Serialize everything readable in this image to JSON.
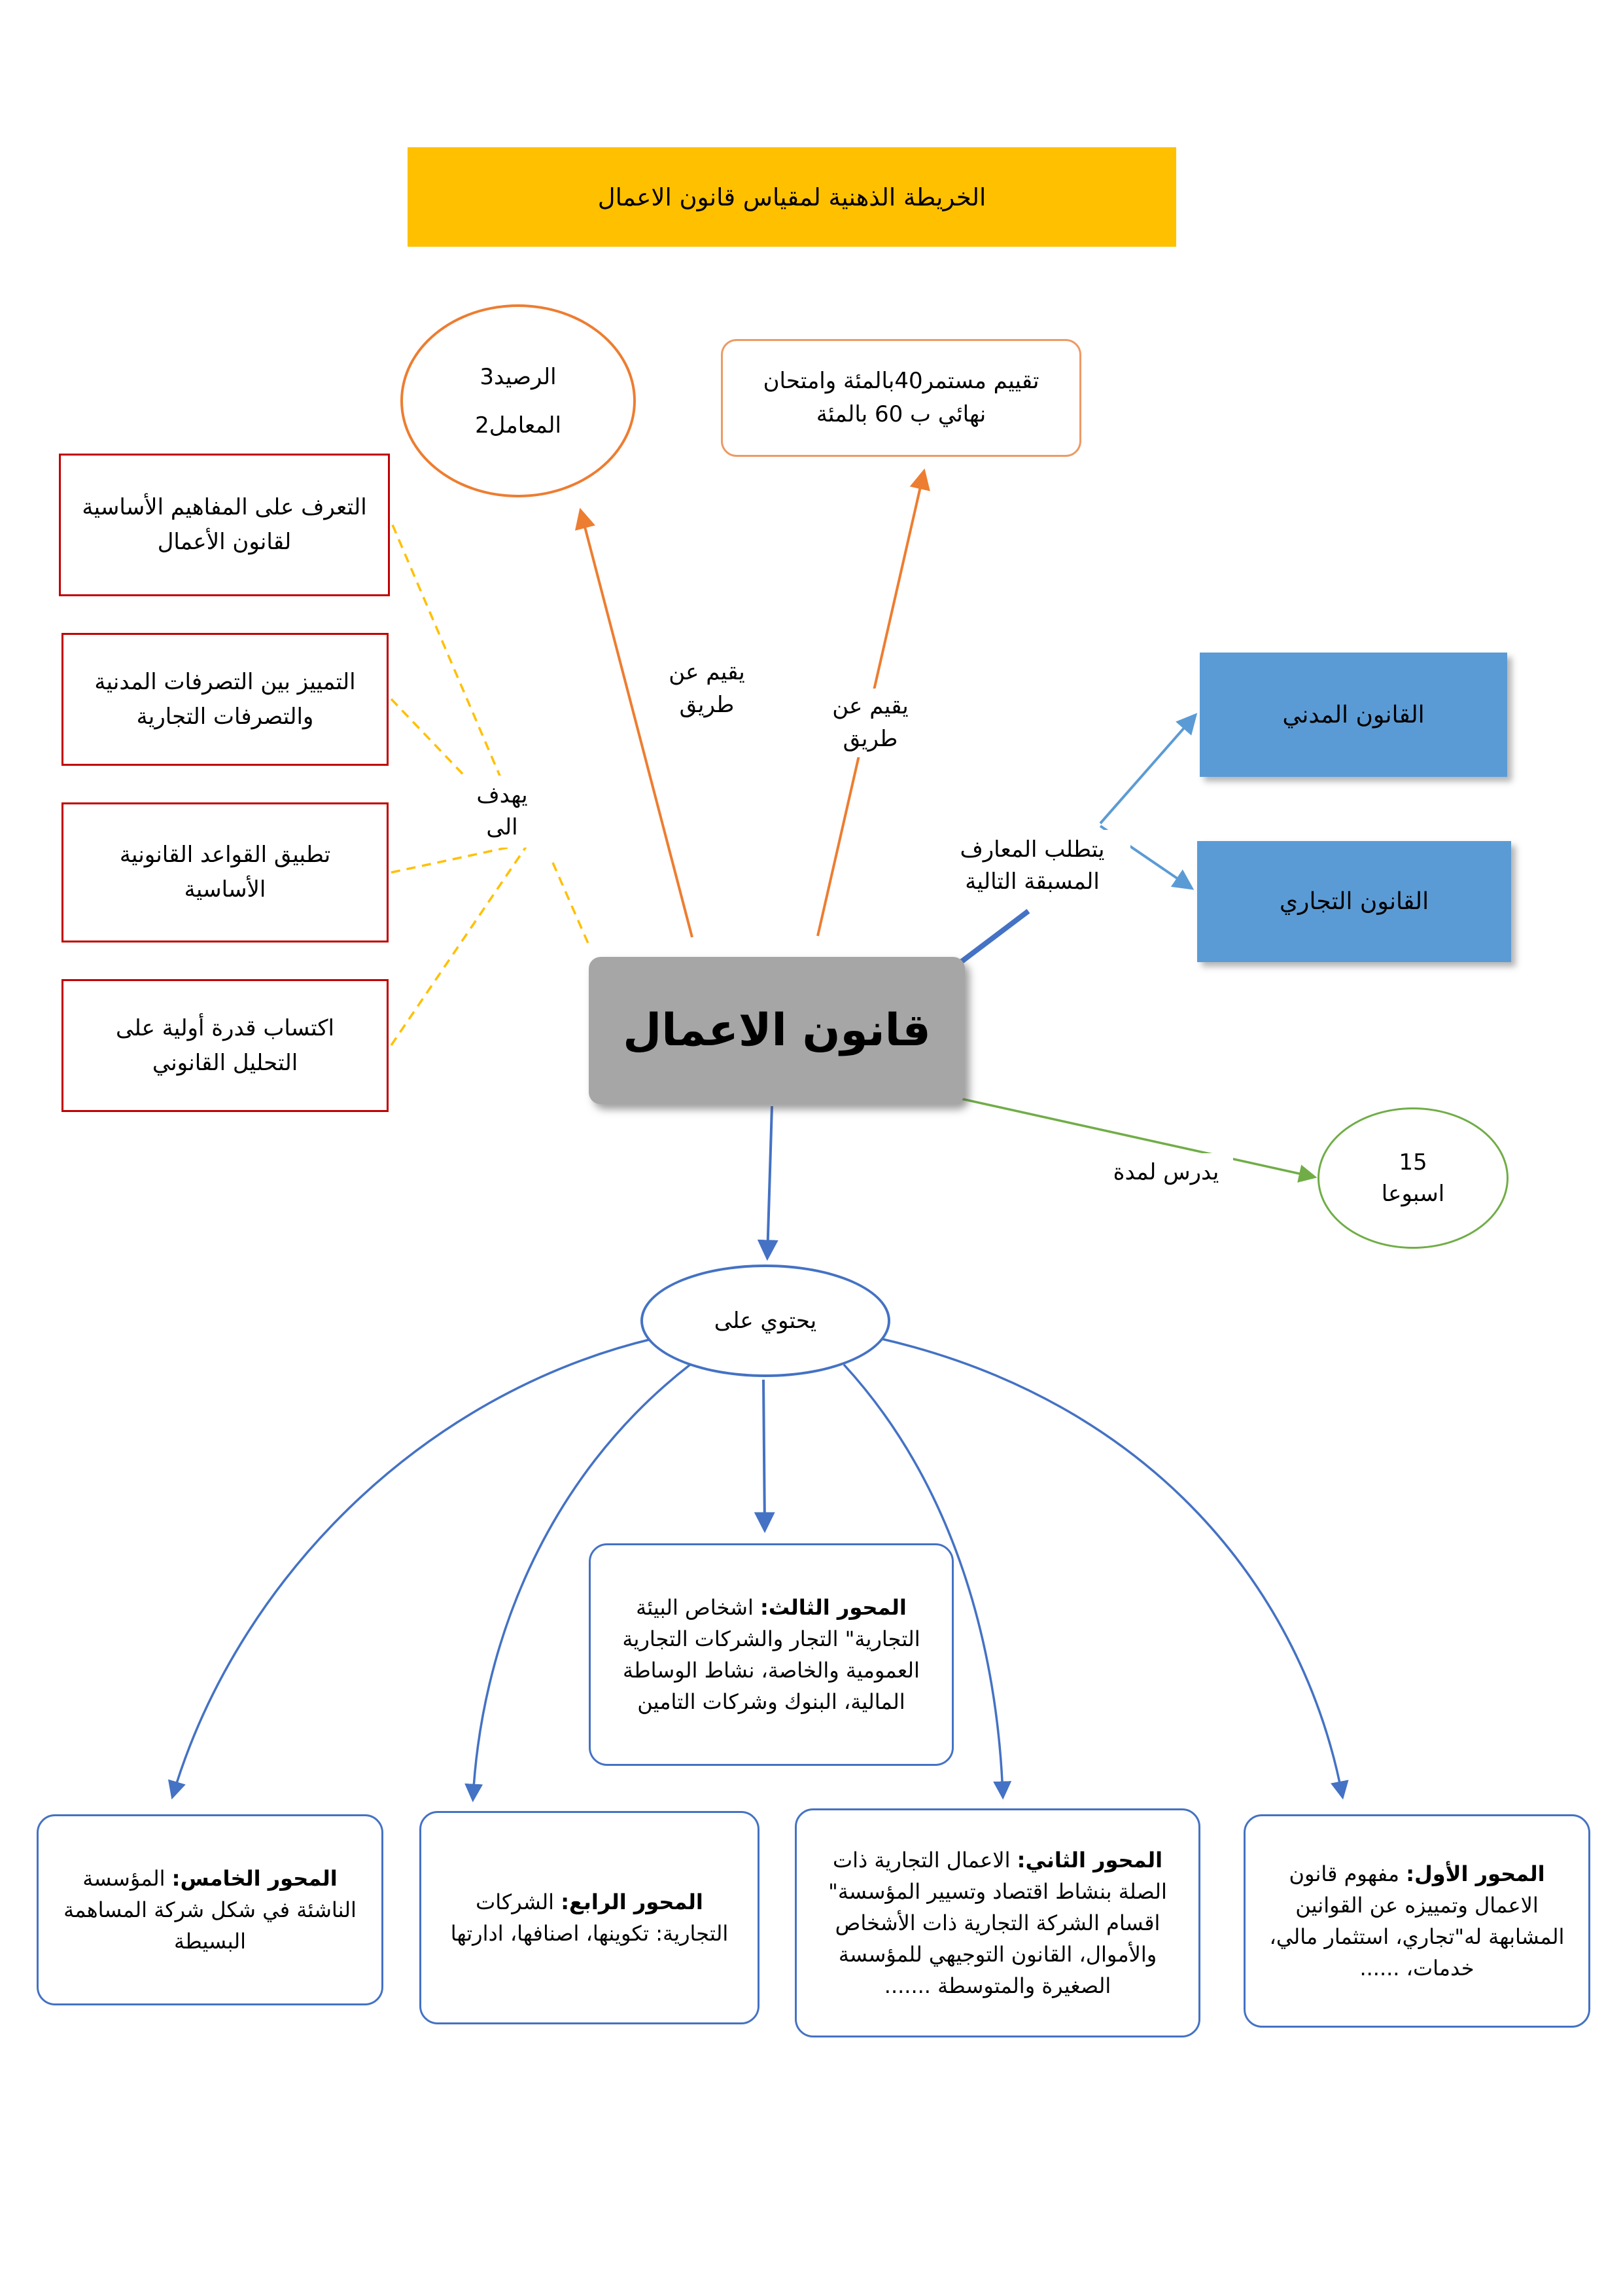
{
  "banner": {
    "title": "الخريطة الذهنية لمقياس قانون الاعمال"
  },
  "center_node": {
    "label": "قانون الاعمال"
  },
  "credit_node": {
    "line1": "الرصيد3",
    "line2": "المعامل2"
  },
  "assessment_node": {
    "text": "تقييم مستمر40بالمئة وامتحان نهائي ب 60 بالمئة"
  },
  "connector_labels": {
    "aims_to": "يهدف الى",
    "evaluated_by_left": "يقيم عن طريق",
    "evaluated_by_right": "يقيم عن طريق",
    "requires_prior_knowledge": "يتطلب المعارف المسبقة التالية",
    "studied_for": "يدرس لمدة",
    "contains": "يحتوي على"
  },
  "objectives": [
    {
      "text": "التعرف على المفاهيم الأساسية لقانون الأعمال"
    },
    {
      "text": "التمييز بين التصرفات المدنية والتصرفات التجارية"
    },
    {
      "text": "تطبيق القواعد القانونية الأساسية"
    },
    {
      "text": "اكتساب قدرة أولية على التحليل القانوني"
    }
  ],
  "prerequisites": [
    {
      "text": "القانون المدني"
    },
    {
      "text": "القانون التجاري"
    }
  ],
  "duration_node": {
    "value": "15",
    "unit": "اسبوعا"
  },
  "axes": {
    "axis3": {
      "title": "المحور الثالث:",
      "body": " اشخاص البيئة التجارية\" التجار والشركات التجارية العمومية والخاصة، نشاط الوساطة المالية، البنوك وشركات التامين"
    },
    "axis5": {
      "title": "المحور الخامس:",
      "body": " المؤسسة الناشئة في شكل شركة المساهمة البسيطة"
    },
    "axis4": {
      "title": "المحور الرابع:",
      "body": " الشركات التجارية: تكوينها، اصنافها، ادارتها"
    },
    "axis2": {
      "title": "المحور الثاني:",
      "body": " الاعمال التجارية ذات الصلة بنشاط اقتصاد وتسيير المؤسسة\" اقسام الشركة التجارية ذات الأشخاص والأموال، القانون التوجيهي للمؤسسة الصغيرة والمتوسطة ......."
    },
    "axis1": {
      "title": "المحور الأول:",
      "body": " مفهوم قانون الاعمال وتمييزه عن القوانين المشابهة له\"تجاري، استثمار مالي، خدمات، ......"
    }
  },
  "colors": {
    "banner": "#FFC000",
    "objective_border": "#C00000",
    "orange_accent": "#ED7D31",
    "blue_fill": "#5B9BD5",
    "blue_line": "#4472C4",
    "green_accent": "#70AD47",
    "center_fill": "#A6A6A6",
    "dashed_yellow": "#FFC000"
  }
}
